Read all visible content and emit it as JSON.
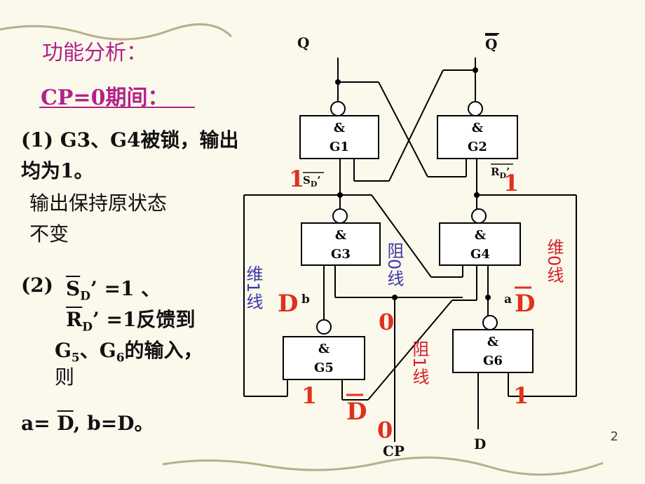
{
  "heading": "功能分析：",
  "subheading": "CP=0期间：",
  "point1": {
    "line1": "(1) G3、G4被锁，输出",
    "line2": "均为1。",
    "line3": "输出保持原状态",
    "line4": "不变"
  },
  "point2": {
    "label": "(2)",
    "sd": "S",
    "sd_sub": "D",
    "sd_rest": "’ =1 、",
    "rd": "R",
    "rd_sub": "D",
    "rd_rest": "’ =1反馈到",
    "g5": "G",
    "g5_sub": "5",
    "sep": "、",
    "g6": "G",
    "g6_sub": "6",
    "g_rest": "的输入，",
    "then": "则"
  },
  "result": {
    "a_label": "a=",
    "a_val": "D",
    "b_part": ", b=D。"
  },
  "gates": [
    {
      "symbol": "&",
      "name": "G1"
    },
    {
      "symbol": "&",
      "name": "G2"
    },
    {
      "symbol": "&",
      "name": "G3"
    },
    {
      "symbol": "&",
      "name": "G4"
    },
    {
      "symbol": "&",
      "name": "G5"
    },
    {
      "symbol": "&",
      "name": "G6"
    }
  ],
  "terminals": {
    "q": "Q",
    "q_bar": "Q",
    "cp": "CP",
    "d": "D"
  },
  "node_labels": {
    "sd_prime": "S",
    "sd_sub": "D",
    "rd_prime": "R",
    "rd_sub": "D",
    "a": "a",
    "b": "b"
  },
  "values": {
    "one_left": "1",
    "one_right": "1",
    "one_g5": "1",
    "one_g6": "1",
    "zero_mid": "0",
    "zero_cp": "0",
    "d_left": "D",
    "d_right": "D",
    "d_bar_bottom": "D"
  },
  "line_labels": {
    "block0": "阻0线",
    "block1": "阻1线",
    "maintain0": "维0线",
    "maintain1": "维1线"
  },
  "page_number": "2",
  "colors": {
    "title": "#b0238a",
    "value_red": "#e0301e",
    "label_blue": "#3a3aa8",
    "label_red": "#d2202a"
  }
}
